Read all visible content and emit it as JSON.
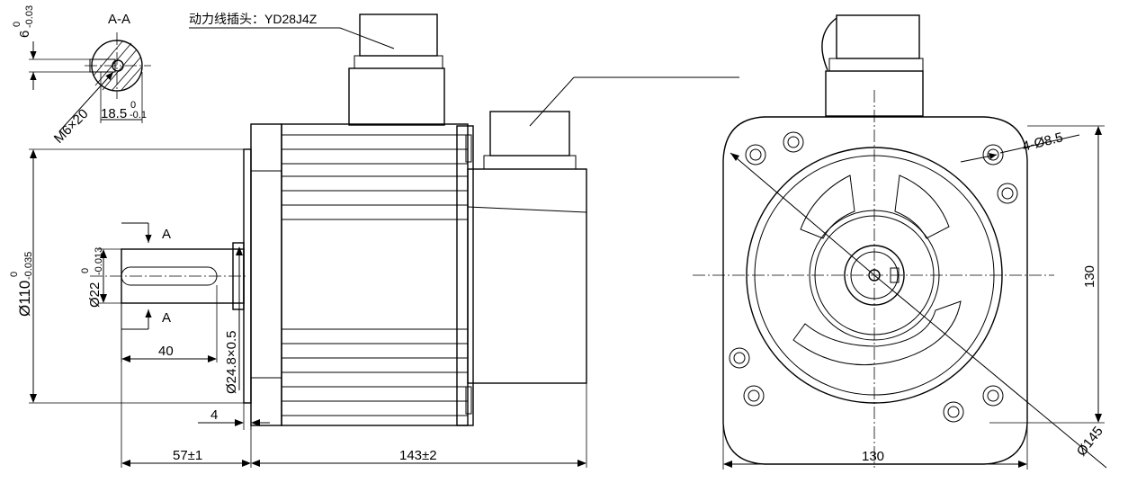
{
  "section_view": {
    "title": "A-A",
    "thread": "M6×20",
    "key_depth": "6",
    "key_depth_upper": "0",
    "key_depth_lower": "-0.03",
    "key_height": "18.5",
    "key_height_upper": "0",
    "key_height_lower": "-0.1"
  },
  "side_view": {
    "power_plug_label": "动力线插头：YD28J4Z",
    "flange_diameter": "Ø110",
    "flange_upper": "0",
    "flange_lower": "-0.035",
    "shaft_diameter": "Ø22",
    "shaft_upper": "0",
    "shaft_lower": "-0.013",
    "keyway_length": "40",
    "step_diameter": "Ø24.8×0.5",
    "flange_thickness": "4",
    "shaft_length": "57±1",
    "body_length": "143±2",
    "section_mark_top": "A",
    "section_mark_bottom": "A"
  },
  "front_view": {
    "mount_holes": "4-Ø8.5",
    "width": "130",
    "height": "130",
    "pcd": "Ø145"
  }
}
